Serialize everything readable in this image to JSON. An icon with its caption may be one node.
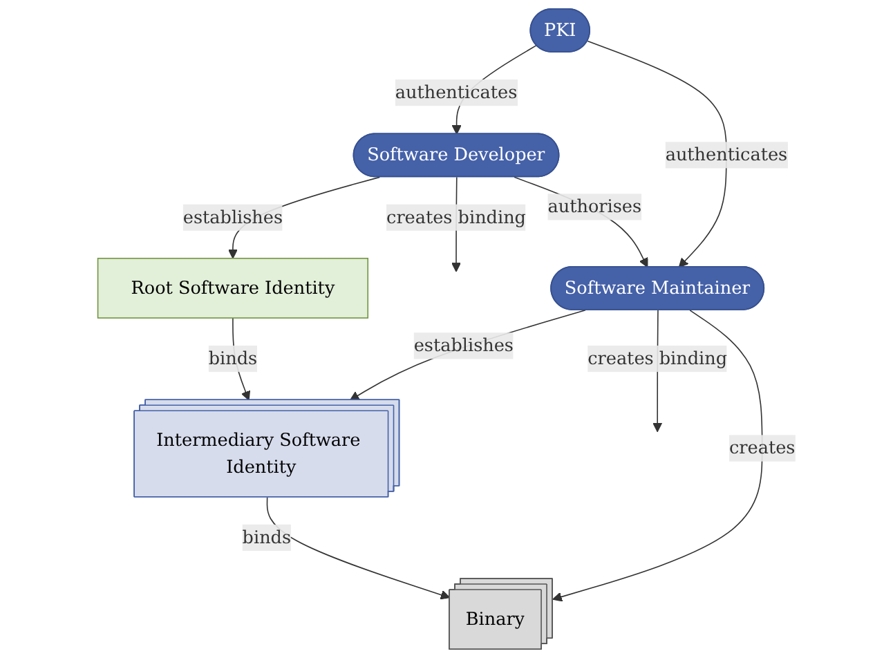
{
  "diagram": {
    "nodes": [
      {
        "text": [
          "Root Software Identity"
        ]
      },
      {
        "text": [
          "Software Developer"
        ]
      },
      {
        "text": [
          "Intermediary Software Identity"
        ]
      },
      {
        "text": [
          "PKI"
        ]
      },
      {
        "text": [
          "Software Maintainer"
        ]
      },
      {
        "text": [
          "Binary"
        ]
      }
    ],
    "edges": [
      {
        "from": 1,
        "to": 0,
        "label": "establishes",
        "arrow": "to"
      },
      {
        "from": 0,
        "to": 2,
        "label": "binds",
        "arrow": "to"
      },
      {
        "from": 1,
        "to": null,
        "label": "creates binding",
        "arrow": "to"
      },
      {
        "from": 3,
        "to": 1,
        "label": "authenticates",
        "arrow": "to"
      },
      {
        "from": 1,
        "to": 4,
        "label": "authorises",
        "arrow": "to"
      },
      {
        "from": 3,
        "to": 4,
        "label": "authenticates",
        "arrow": "to"
      },
      {
        "from": 4,
        "to": 2,
        "label": "establishes",
        "arrow": "to"
      },
      {
        "from": 2,
        "to": 5,
        "label": "binds",
        "arrow": "to"
      },
      {
        "from": 4,
        "to": null,
        "label": "creates binding",
        "arrow": "to"
      },
      {
        "from": 4,
        "to": 5,
        "label": "creates",
        "arrow": "to"
      }
    ]
  }
}
